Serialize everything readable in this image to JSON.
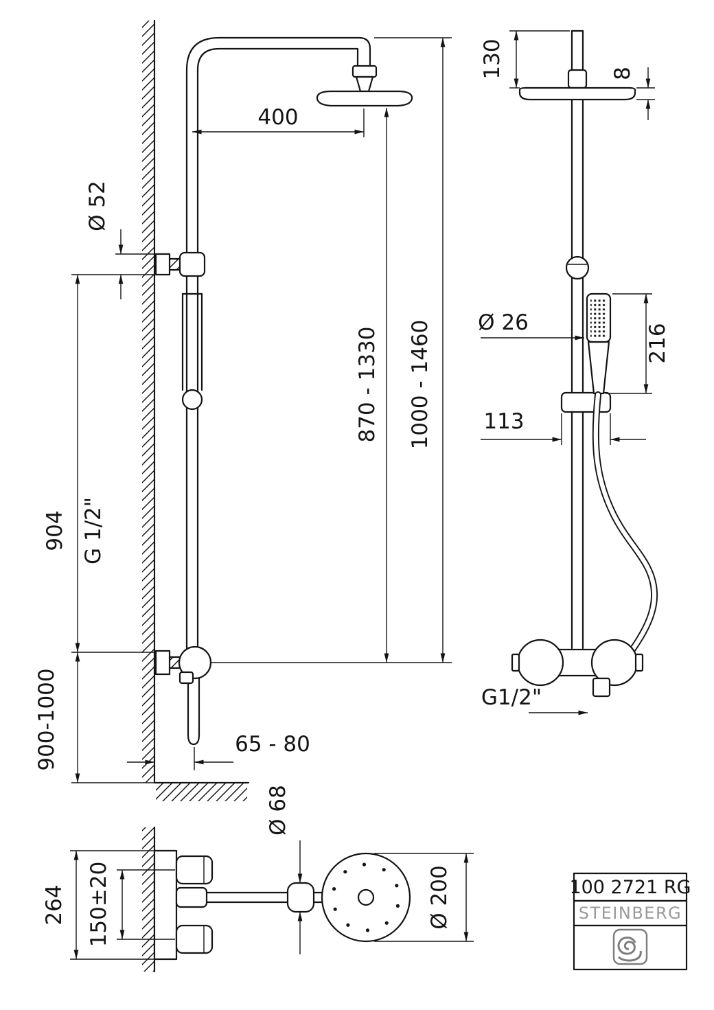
{
  "title_block": {
    "product_code": "100 2721 RG",
    "brand": "STEINBERG"
  },
  "side_view": {
    "dim_arm_length": "400",
    "dim_supply_rosette_dia": "Ø 52",
    "dim_head_height_range": "870 - 1330",
    "dim_total_height_range": "1000 - 1460",
    "dim_riser_span": "904",
    "supply_thread_label": "G 1/2\"",
    "dim_valve_mount_height": "900-1000",
    "dim_wall_clearance": "65 - 80"
  },
  "front_view": {
    "dim_head_drop": "130",
    "dim_head_thickness": "8",
    "dim_handshower_dia": "Ø 26",
    "dim_handshower_length": "216",
    "dim_bracket_width": "113",
    "hose_thread_label": "G1/2\""
  },
  "top_view": {
    "dim_valve_width": "264",
    "dim_port_spacing": "150±20",
    "dim_joint_dia": "Ø 68",
    "dim_head_dia": "Ø 200"
  }
}
